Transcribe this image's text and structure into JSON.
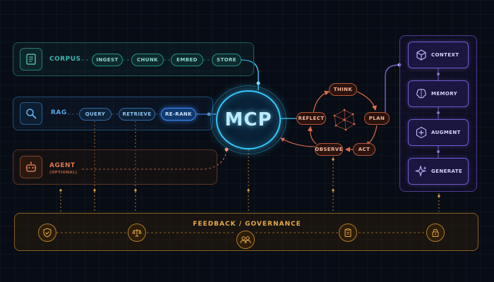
{
  "lanes": {
    "corpus": {
      "label": "CORPUS",
      "icon": "document-icon",
      "steps": [
        "INGEST",
        "CHUNK",
        "EMBED",
        "STORE"
      ]
    },
    "rag": {
      "label": "RAG",
      "icon": "magnifier-icon",
      "steps": [
        "QUERY",
        "RETRIEVE",
        "RE-RANK"
      ]
    },
    "agent": {
      "label": "AGENT",
      "sublabel": "(OPTIONAL)",
      "icon": "robot-icon"
    }
  },
  "hub": {
    "label": "MCP"
  },
  "loop": {
    "think": "THINK",
    "plan": "PLAN",
    "act": "ACT",
    "observe": "OBSERVE",
    "reflect": "REFLECT"
  },
  "stack": [
    {
      "label": "CONTEXT",
      "icon": "cube-icon"
    },
    {
      "label": "MEMORY",
      "icon": "brain-icon"
    },
    {
      "label": "AUGMENT",
      "icon": "plus-hexagon-icon"
    },
    {
      "label": "GENERATE",
      "icon": "sparkle-icon"
    }
  ],
  "governance": {
    "title": "FEEDBACK / GOVERNANCE",
    "icons": [
      "shield-check-icon",
      "scales-icon",
      "people-icon",
      "clipboard-icon",
      "lock-icon"
    ]
  },
  "colors": {
    "corpus": "#3fb6b0",
    "rag": "#56a6e6",
    "agent": "#e0764a",
    "hub": "#34c8ff",
    "loop": "#e06a4a",
    "stack": "#8a72f0",
    "governance": "#e6a84a"
  }
}
